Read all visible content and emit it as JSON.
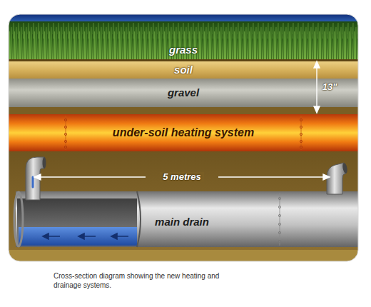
{
  "diagram": {
    "caption": "Cross-section diagram showing the new heating and drainage systems.",
    "nodes": [
      {
        "text": [
          "grass"
        ]
      },
      {
        "text": [
          "soil"
        ]
      },
      {
        "text": [
          "gravel"
        ]
      },
      {
        "text": [
          "under-soil heating system"
        ]
      },
      {
        "text": [
          "main drain"
        ]
      }
    ],
    "labels": [
      "13\"",
      "5 metres"
    ]
  }
}
